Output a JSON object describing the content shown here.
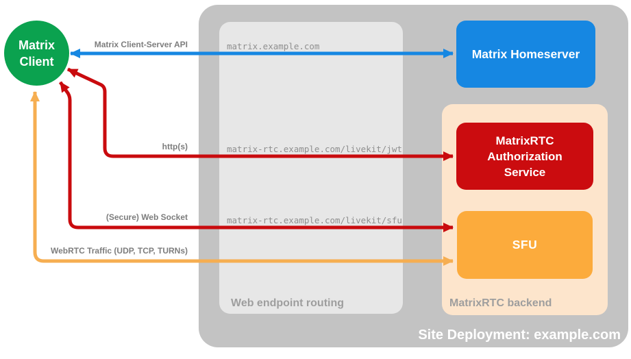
{
  "client": {
    "line1": "Matrix",
    "line2": "Client",
    "color": "#0ba24f"
  },
  "zones": {
    "outer": {
      "title": "Site Deployment: example.com",
      "color": "#c3c3c3"
    },
    "web_routing": {
      "label": "Web endpoint routing",
      "color": "#e7e7e7"
    },
    "backend": {
      "label": "MatrixRTC backend",
      "color": "#fde5cc"
    }
  },
  "nodes": {
    "homeserver": {
      "label": "Matrix Homeserver",
      "color": "#1687e2"
    },
    "auth_service": {
      "label": "MatrixRTC Authorization Service",
      "color": "#cb0c0f"
    },
    "sfu": {
      "label": "SFU",
      "color": "#fcab3c"
    }
  },
  "connections": [
    {
      "id": "client-server-api",
      "label": "Matrix Client-Server API",
      "endpoint": "matrix.example.com",
      "color": "#1687e2",
      "bidirectional": true
    },
    {
      "id": "https-jwt",
      "label": "http(s)",
      "endpoint": "matrix-rtc.example.com/livekit/jwt",
      "color": "#c90b0e",
      "bidirectional": true
    },
    {
      "id": "websocket-sfu",
      "label": "(Secure) Web Socket",
      "endpoint": "matrix-rtc.example.com/livekit/sfu",
      "color": "#c90b0e",
      "bidirectional": true
    },
    {
      "id": "webrtc-traffic",
      "label": "WebRTC Traffic (UDP, TCP, TURNs)",
      "endpoint": "",
      "color": "#f6ae51",
      "bidirectional": true
    }
  ]
}
